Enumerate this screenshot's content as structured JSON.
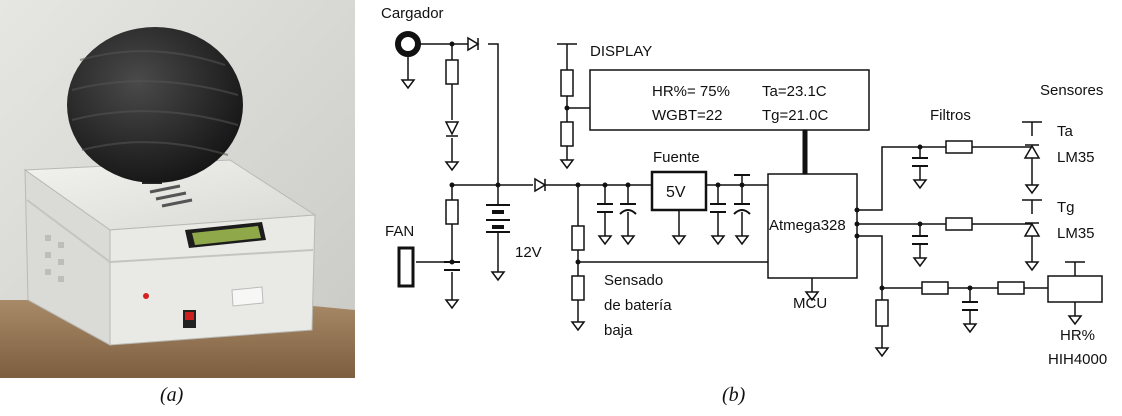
{
  "figure": {
    "caption_a": "(a)",
    "caption_b": "(b)"
  },
  "schematic": {
    "labels": {
      "charger": "Cargador",
      "display": "DISPLAY",
      "lcd_line1_hr": "HR%= 75%",
      "lcd_line1_ta": "Ta=23.1C",
      "lcd_line2_wgbt": "WGBT=22",
      "lcd_line2_tg": "Tg=21.0C",
      "power_supply": "Fuente",
      "regulator": "5V",
      "battery": "12V",
      "fan": "FAN",
      "mcu_chip": "Atmega328",
      "mcu": "MCU",
      "battery_sense_1": "Sensado",
      "battery_sense_2": "de batería",
      "battery_sense_3": "baja",
      "filters": "Filtros",
      "sensors": "Sensores",
      "sensor_ta": "Ta",
      "sensor_ta_part": "LM35",
      "sensor_tg": "Tg",
      "sensor_tg_part": "LM35",
      "sensor_hr": "HR%",
      "sensor_hr_part": "HIH4000"
    }
  }
}
